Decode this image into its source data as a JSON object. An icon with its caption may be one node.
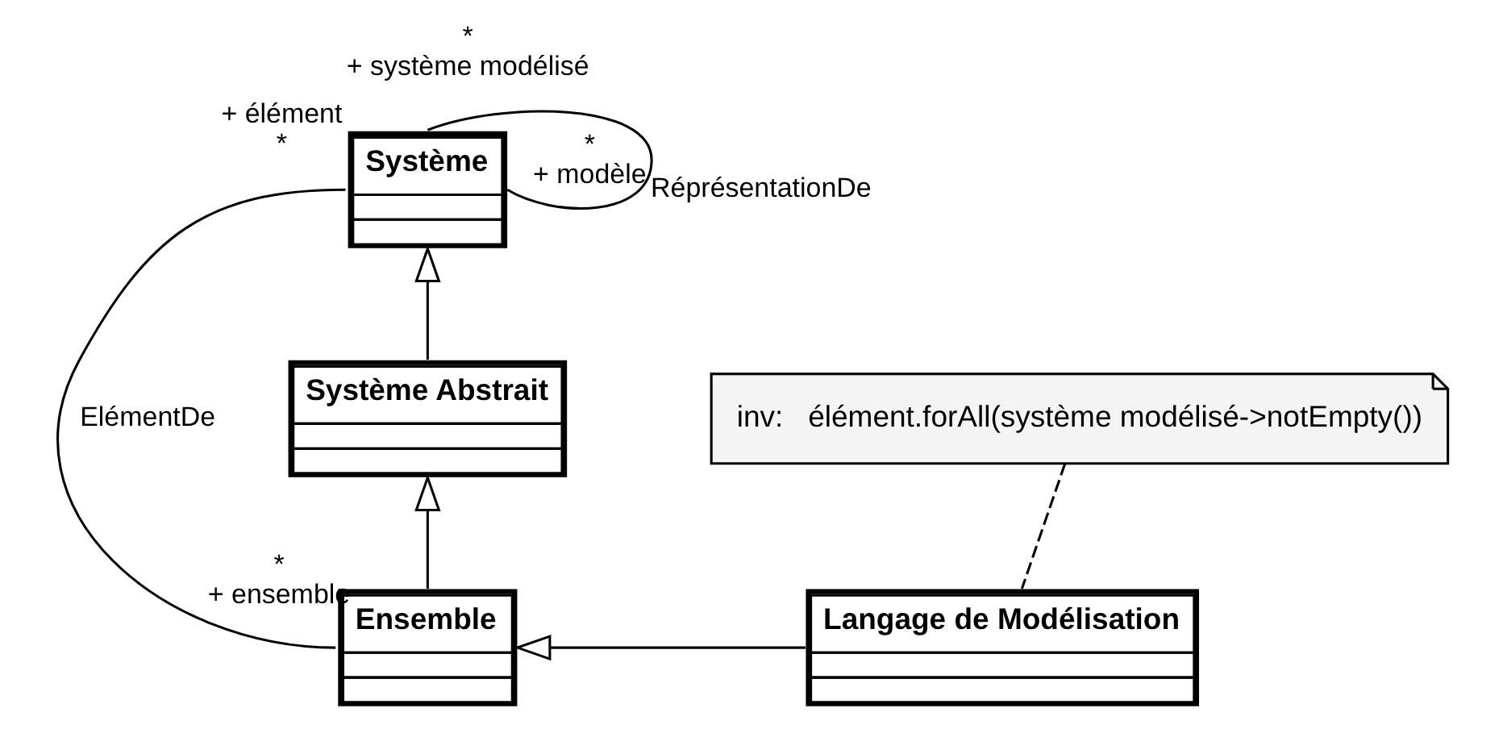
{
  "diagram": {
    "nodes": [
      {
        "text": [
          "Système"
        ]
      },
      {
        "text": [
          "Système Abstrait"
        ]
      },
      {
        "text": [
          "Ensemble"
        ]
      },
      {
        "text": [
          "Langage de Modélisation"
        ]
      },
      {
        "text": [
          "inv:   élément.forAll(système modélisé->notEmpty())"
        ]
      }
    ],
    "edges": [
      {
        "from": 0,
        "to": 0,
        "arrow": "none",
        "label": "RéprésentationDe"
      },
      {
        "from": 0,
        "to": 2,
        "arrow": "none",
        "label": "ElémentDe"
      },
      {
        "from": 1,
        "to": 0,
        "arrow": "to"
      },
      {
        "from": 2,
        "to": 1,
        "arrow": "to"
      },
      {
        "from": 3,
        "to": 2,
        "arrow": "to"
      },
      {
        "from": 4,
        "to": 3,
        "arrow": "none",
        "style": "dashed"
      }
    ],
    "labels": [
      "*",
      "+ système modélisé",
      "*",
      "+ modèle",
      "+ élément",
      "*",
      "*",
      "+ ensemble"
    ]
  }
}
